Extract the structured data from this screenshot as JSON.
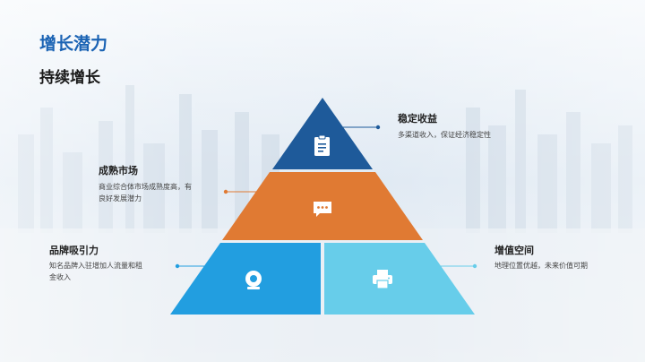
{
  "slide": {
    "title": "增长潜力",
    "subtitle": "持续增长",
    "items": [
      {
        "key": "top",
        "title": "稳定收益",
        "desc": "多渠道收入，保证经济稳定性",
        "icon": "clipboard-icon",
        "color": "#1e5a9a"
      },
      {
        "key": "middle",
        "title": "成熟市场",
        "desc": "商业综合体市场成熟度高，有良好发展潜力",
        "icon": "chat-icon",
        "color": "#e07a33"
      },
      {
        "key": "bottom-left",
        "title": "品牌吸引力",
        "desc": "知名品牌入驻增加人流量和租金收入",
        "icon": "webcam-icon",
        "color": "#229ee0"
      },
      {
        "key": "bottom-right",
        "title": "增值空间",
        "desc": "地理位置优越，未来价值可期",
        "icon": "printer-icon",
        "color": "#67cdea"
      }
    ]
  }
}
